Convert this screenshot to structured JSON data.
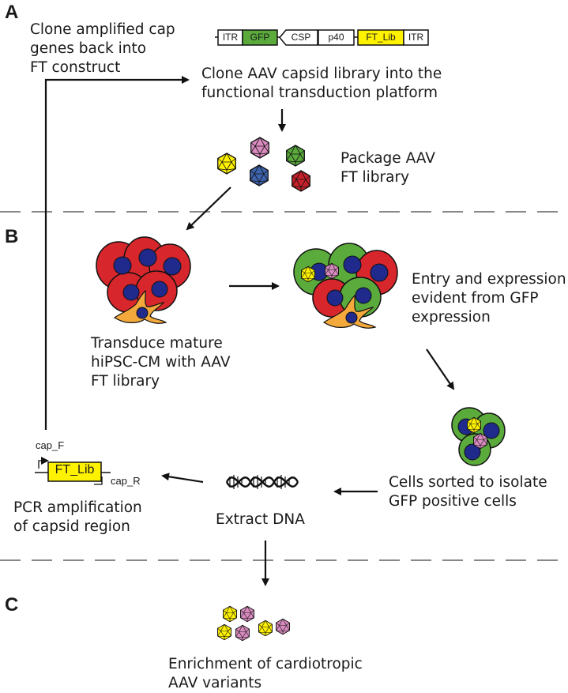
{
  "panels": {
    "a": "A",
    "b": "B",
    "c": "C"
  },
  "construct": {
    "itr_left": "ITR",
    "gfp": "GFP",
    "csp": "CSP",
    "p40": "p40",
    "ft_lib": "FT_Lib",
    "itr_right": "ITR"
  },
  "steps": {
    "clone_back": [
      "Clone amplified cap",
      "genes back into",
      "FT construct"
    ],
    "clone_library": [
      "Clone AAV capsid library into the",
      "functional transduction platform"
    ],
    "package": [
      "Package AAV",
      "FT library"
    ],
    "transduce": [
      "Transduce mature",
      "hiPSC-CM with AAV",
      "FT library"
    ],
    "entry": [
      "Entry and expression",
      "evident from GFP",
      "expression"
    ],
    "sorted": [
      "Cells sorted to isolate",
      "GFP positive cells"
    ],
    "extract": "Extract DNA",
    "pcr": [
      "PCR amplification",
      "of capsid region"
    ],
    "enrichment": [
      "Enrichment of cardiotropic",
      "AAV variants"
    ]
  },
  "pcr_amplicon": {
    "label": "FT_Lib",
    "primer_f": "cap_F",
    "primer_r": "cap_R"
  },
  "colors": {
    "gfp_green": "#5aab3c",
    "ft_yellow": "#fff200",
    "cell_red": "#d7262c",
    "nucleus_blue": "#1f2a8c",
    "fibroblast_orange": "#f3a93b",
    "capsid_pink": "#d98bbf",
    "capsid_blue": "#3e63ad",
    "capsid_red": "#c8202a",
    "dashed_gray": "#888888"
  }
}
